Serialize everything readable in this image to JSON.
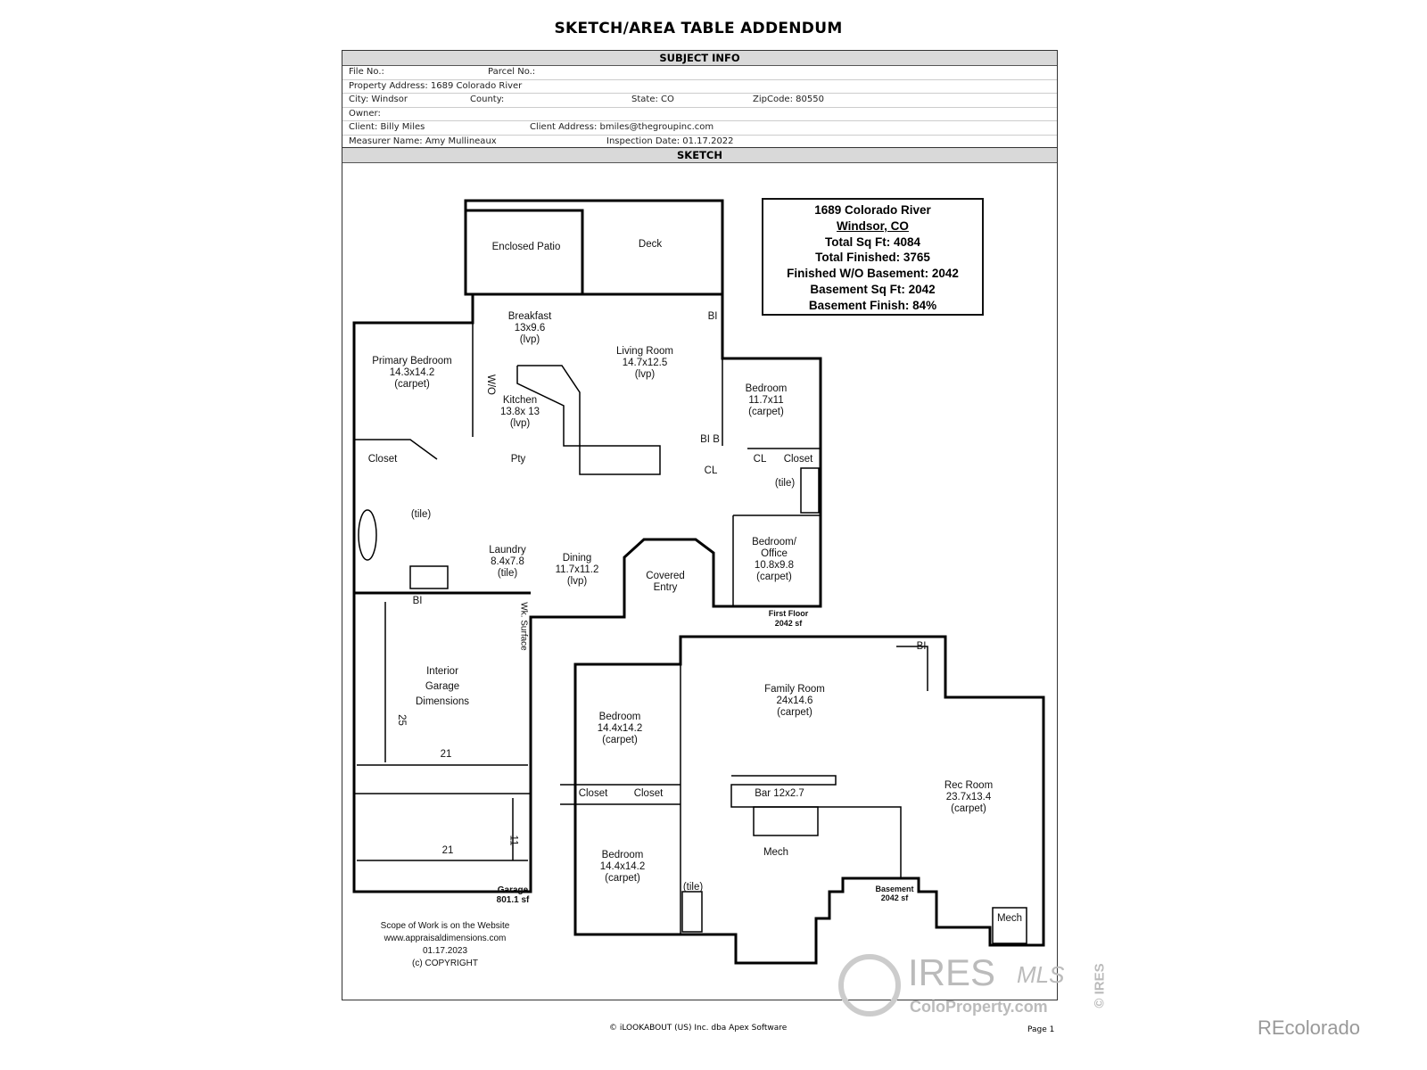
{
  "title": "SKETCH/AREA TABLE ADDENDUM",
  "subject": {
    "header": "SUBJECT INFO",
    "file_no": "File No.:",
    "parcel_no": "Parcel No.:",
    "address": "Property Address: 1689 Colorado River",
    "city": "City: Windsor",
    "county": "County:",
    "state": "State: CO",
    "zip": "ZipCode: 80550",
    "owner": "Owner:",
    "client": "Client: Billy Miles",
    "client_address": "Client Address: bmiles@thegroupinc.com",
    "measurer": "Measurer Name: Amy Mullineaux",
    "inspection": "Inspection Date: 01.17.2022"
  },
  "sketch_header": "SKETCH",
  "summary": {
    "line1": "1689 Colorado River",
    "line2": "Windsor, CO",
    "line3": "Total Sq Ft:  4084",
    "line4": "Total Finished:  3765",
    "line5": "Finished W/O Basement:  2042",
    "line6": "Basement Sq Ft:  2042",
    "line7": "Basement Finish: 84%"
  },
  "rooms": {
    "enclosed_patio": "Enclosed Patio",
    "deck": "Deck",
    "breakfast": [
      "Breakfast",
      "13x9.6",
      "(lvp)"
    ],
    "living": [
      "Living Room",
      "14.7x12.5",
      "(lvp)"
    ],
    "primary": [
      "Primary Bedroom",
      "14.3x14.2",
      "(carpet)"
    ],
    "kitchen": [
      "Kitchen",
      "13.8x 13",
      "(lvp)"
    ],
    "bedroom1": [
      "Bedroom",
      "11.7x11",
      "(carpet)"
    ],
    "closet": "Closet",
    "tile": "(tile)",
    "pty": "Pty",
    "wo": "W/O",
    "bi": "BI",
    "bib": "BI B",
    "cl": "CL",
    "laundry": [
      "Laundry",
      "8.4x7.8",
      "(tile)"
    ],
    "dining": [
      "Dining",
      "11.7x11.2",
      "(lvp)"
    ],
    "covered": [
      "Covered",
      "Entry"
    ],
    "office": [
      "Bedroom/",
      "Office",
      "10.8x9.8",
      "(carpet)"
    ],
    "first_floor": [
      "First Floor",
      "2042 sf"
    ],
    "wk": "Wk. Surface",
    "garage_int": [
      "Interior",
      "Garage",
      "Dimensions"
    ],
    "dim25": "25",
    "dim21": "21",
    "dim11": "11",
    "garage": [
      "Garage",
      "801.1 sf"
    ],
    "family": [
      "Family Room",
      "24x14.6",
      "(carpet)"
    ],
    "bbed1": [
      "Bedroom",
      "14.4x14.2",
      "(carpet)"
    ],
    "bbed2": [
      "Bedroom",
      "14.4x14.2",
      "(carpet)"
    ],
    "bar": "Bar 12x2.7",
    "rec": [
      "Rec Room",
      "23.7x13.4",
      "(carpet)"
    ],
    "mech": "Mech",
    "basement": [
      "Basement",
      "2042 sf"
    ]
  },
  "scope": [
    "Scope of Work is on the Website",
    "www.appraisaldimensions.com",
    "01.17.2023",
    "(c) COPYRIGHT"
  ],
  "footer": {
    "copyright": "© iLOOKABOUT (US) Inc. dba Apex Software",
    "page": "Page 1"
  },
  "watermark": {
    "ires": "IRES",
    "mls": "MLS",
    "colo": "ColoProperty.com",
    "side": "© IRES",
    "recolorado": "REcolorado"
  }
}
